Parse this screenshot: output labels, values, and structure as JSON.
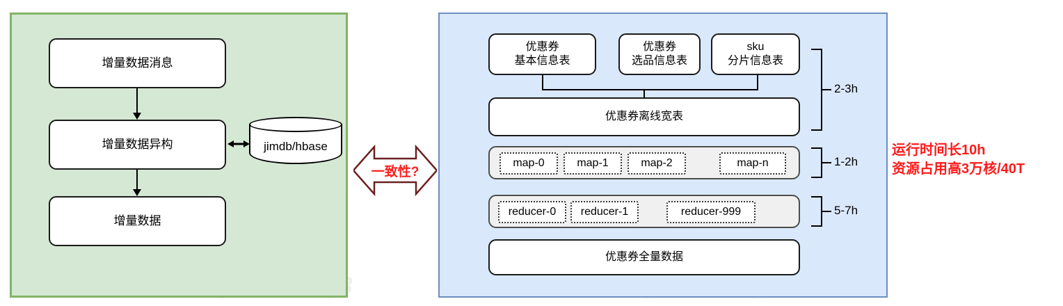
{
  "colors": {
    "green_panel_fill": "#d5e8d4",
    "green_panel_border": "#82b366",
    "blue_panel_fill": "#dae8fc",
    "blue_panel_border": "#6c8ebf",
    "node_border": "#1a1a1a",
    "stage_fill": "#f0f0f0",
    "stage_border": "#4d4d4d",
    "accent_red": "#ff1a1a",
    "arrow_outline": "#6b2020"
  },
  "watermark": {
    "left": "jiansheng3",
    "right": "jiansheng3"
  },
  "realtime_panel": {
    "nodes": [
      {
        "id": "node-msg",
        "label": "增量数据消息"
      },
      {
        "id": "node-etl",
        "label": "增量数据异构"
      },
      {
        "id": "node-data",
        "label": "增量数据"
      }
    ],
    "store": {
      "label": "jimdb/hbase",
      "shape": "cylinder-icon"
    }
  },
  "connector": {
    "label": "一致性?",
    "shape": "double-headed-arrow"
  },
  "offline_panel": {
    "sources": [
      {
        "line1": "优惠券",
        "line2": "基本信息表",
        "text": "优惠券\n基本信息表"
      },
      {
        "line1": "优惠券",
        "line2": "选品信息表",
        "text": "优惠券\n选品信息表"
      },
      {
        "line1": "sku",
        "line2": "分片信息表",
        "text": "sku\n分片信息表"
      }
    ],
    "wide_table": "优惠券离线宽表",
    "map_stage": {
      "tasks": [
        "map-0",
        "map-1",
        "map-2",
        "map-n"
      ]
    },
    "reducer_stage": {
      "tasks": [
        "reducer-0",
        "reducer-1",
        "reducer-999"
      ]
    },
    "full_data": "优惠券全量数据",
    "brackets": [
      {
        "label": "2-3h"
      },
      {
        "label": "1-2h"
      },
      {
        "label": "5-7h"
      }
    ]
  },
  "issues": {
    "line1": "运行时间长10h",
    "line2": "资源占用高3万核/40T",
    "text": "运行时间长10h\n资源占用高3万核/40T"
  }
}
